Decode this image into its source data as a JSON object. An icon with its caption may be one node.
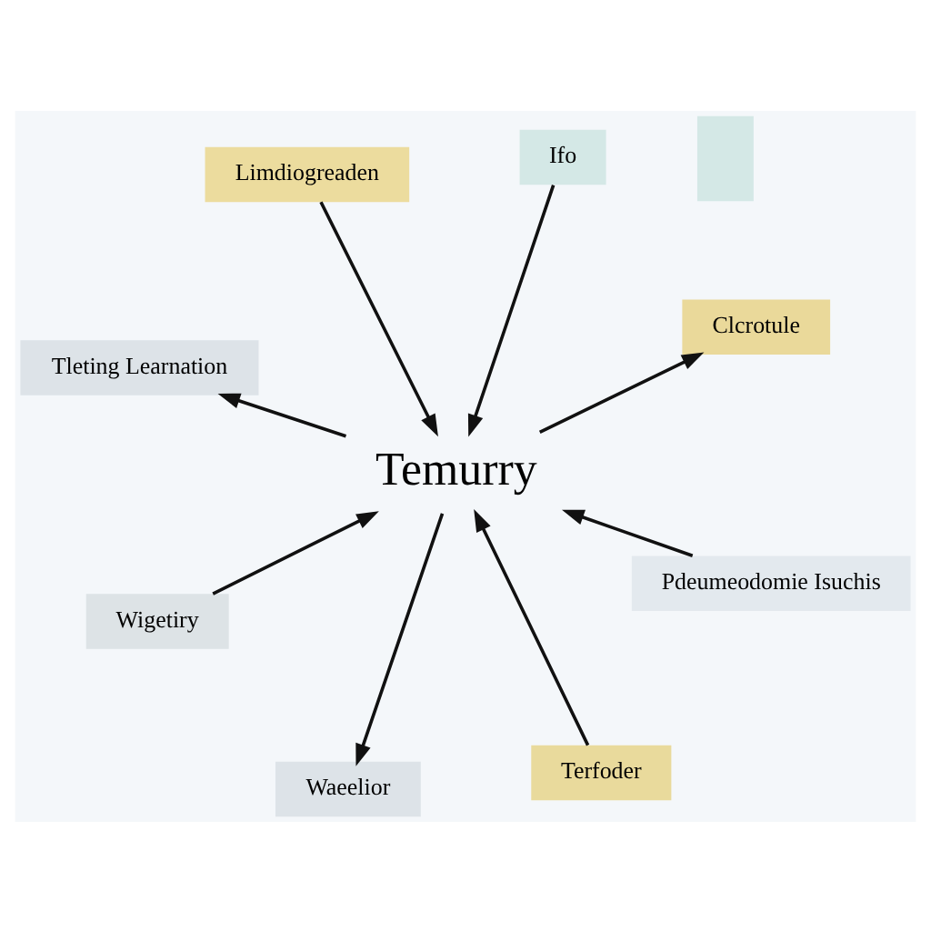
{
  "diagram": {
    "nodes": [
      {
        "text": [
          "Temurry"
        ]
      },
      {
        "text": [
          "Terfoder"
        ]
      },
      {
        "text": [
          "Pdeumeodomie Isuchis"
        ]
      },
      {
        "text": [
          "Wigetiry"
        ]
      },
      {
        "text": [
          "Ifo"
        ]
      },
      {
        "text": [
          "Waeelior"
        ]
      },
      {
        "text": [
          "Clcrotule"
        ]
      },
      {
        "text": [
          "Limdiogreaden"
        ]
      },
      {
        "text": [
          "Tleting Learnation"
        ]
      },
      {
        "text": [],
        "shape": "box"
      }
    ],
    "edges": [
      {
        "from": 1,
        "to": 0,
        "arrow": "to"
      },
      {
        "from": 2,
        "to": 0,
        "arrow": "to"
      },
      {
        "from": 3,
        "to": 0,
        "arrow": "to"
      },
      {
        "from": 4,
        "to": 0,
        "arrow": "to"
      },
      {
        "from": 0,
        "to": 5,
        "arrow": "to"
      },
      {
        "from": 0,
        "to": 6,
        "arrow": "to"
      },
      {
        "from": 7,
        "to": 0,
        "arrow": "to"
      },
      {
        "from": 0,
        "to": 8,
        "arrow": "to"
      }
    ]
  }
}
